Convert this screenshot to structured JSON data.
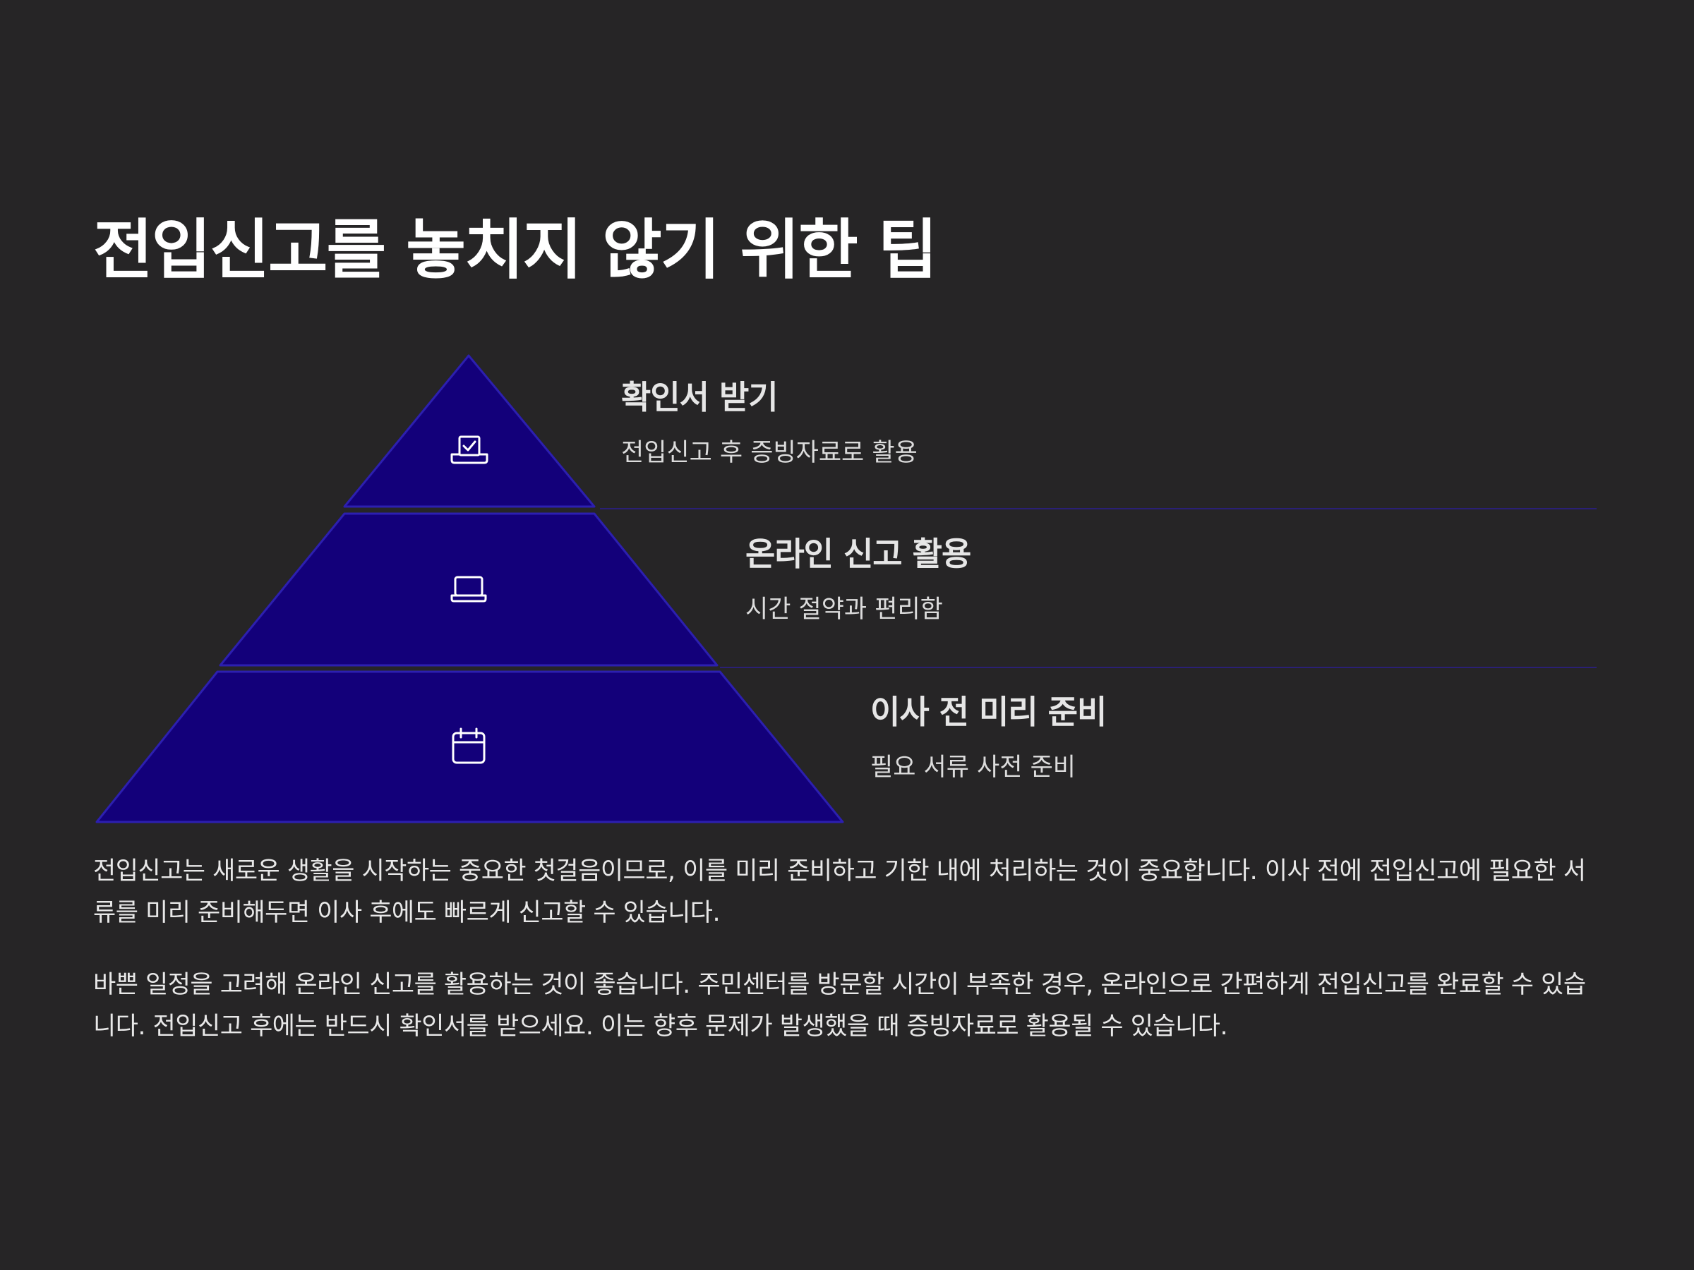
{
  "title": "전입신고를 놓치지 않기 위한 팁",
  "colors": {
    "background": "#262526",
    "pyramid_fill": "#13007a",
    "pyramid_stroke": "#2c1fb0",
    "separator": "#2a2075"
  },
  "pyramid": {
    "levels": [
      {
        "heading": "확인서 받기",
        "description": "전입신고 후 증빙자료로 활용",
        "icon": "document-check-icon"
      },
      {
        "heading": "온라인 신고 활용",
        "description": "시간 절약과 편리함",
        "icon": "laptop-icon"
      },
      {
        "heading": "이사 전 미리 준비",
        "description": "필요 서류 사전 준비",
        "icon": "calendar-icon"
      }
    ]
  },
  "paragraphs": [
    "전입신고는 새로운 생활을 시작하는 중요한 첫걸음이므로, 이를 미리 준비하고 기한 내에 처리하는 것이 중요합니다. 이사 전에 전입신고에 필요한 서류를 미리 준비해두면 이사 후에도 빠르게 신고할 수 있습니다.",
    "바쁜 일정을 고려해 온라인 신고를 활용하는 것이 좋습니다. 주민센터를 방문할 시간이 부족한 경우, 온라인으로 간편하게 전입신고를 완료할 수 있습니다. 전입신고 후에는 반드시 확인서를 받으세요. 이는 향후 문제가 발생했을 때 증빙자료로 활용될 수 있습니다."
  ]
}
